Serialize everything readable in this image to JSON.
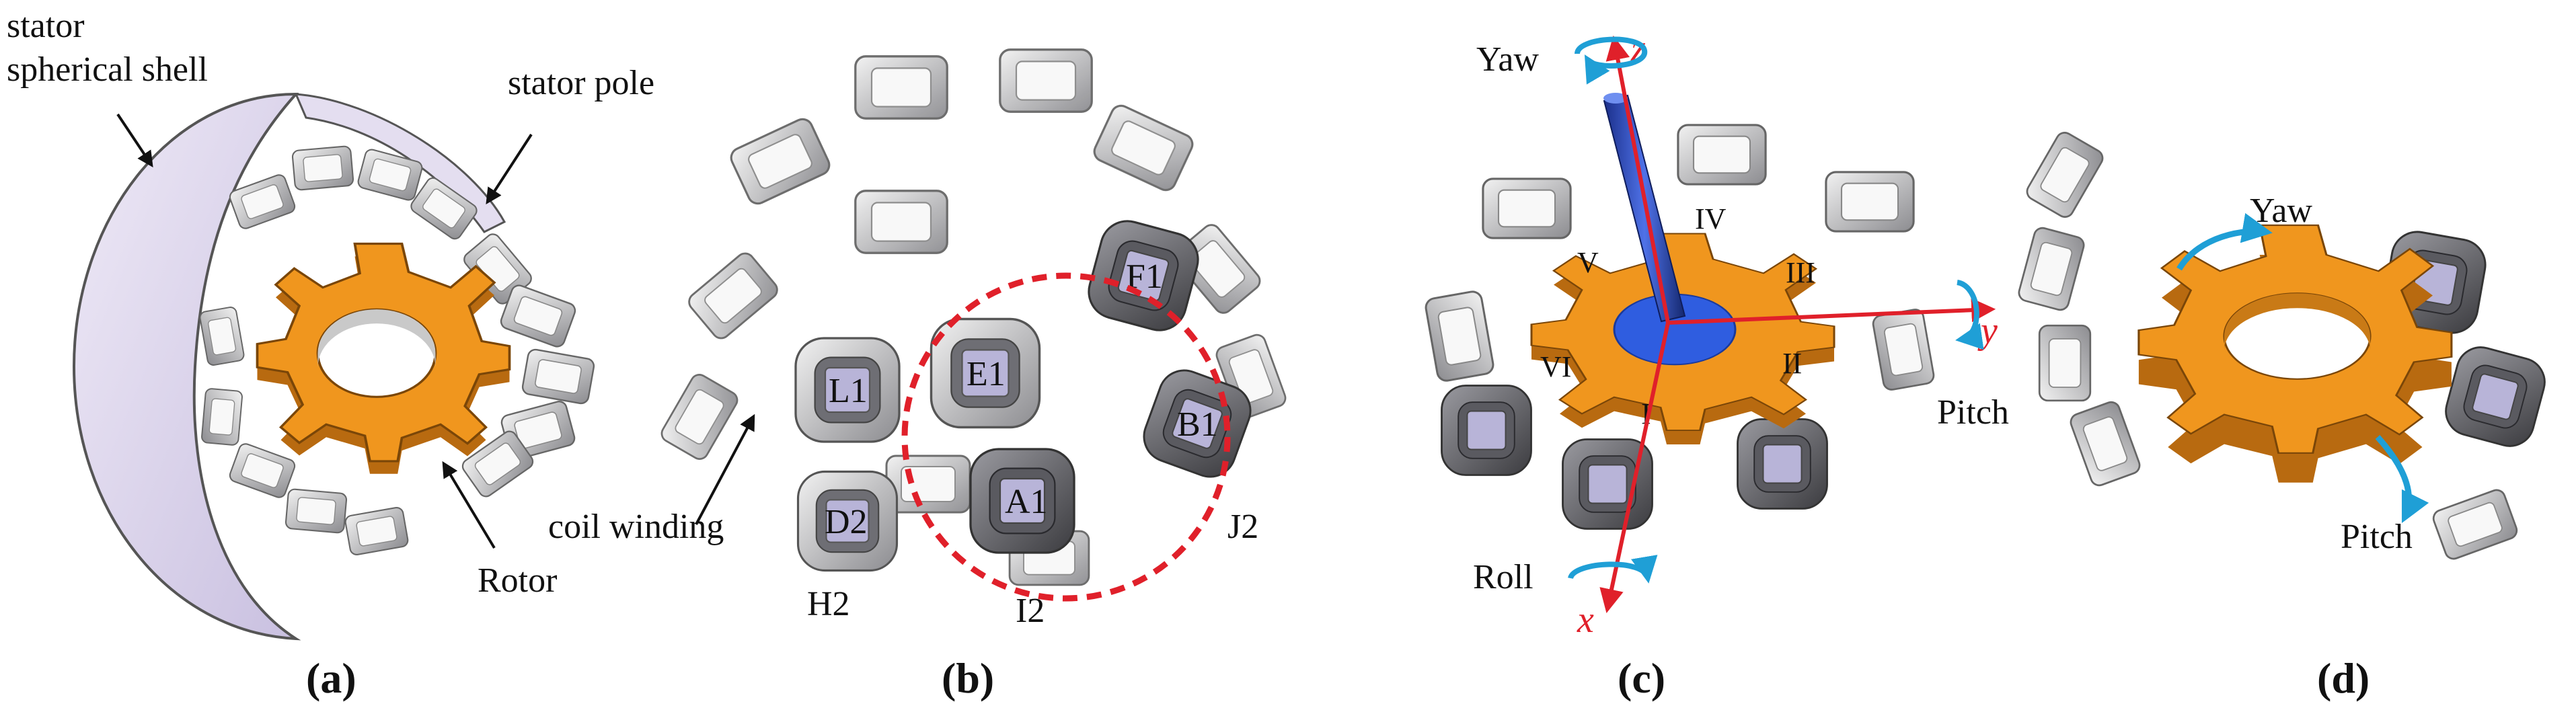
{
  "panel_a": {
    "caption": "(a)",
    "labels": {
      "shell_line1": "stator",
      "shell_line2": "spherical shell",
      "pole": "stator pole",
      "rotor": "Rotor"
    }
  },
  "panel_b": {
    "caption": "(b)",
    "labels": {
      "coil": "coil winding",
      "poles": [
        "L1",
        "E1",
        "F1",
        "B1",
        "D2",
        "A1",
        "J2",
        "H2",
        "I2"
      ]
    }
  },
  "panel_c": {
    "caption": "(c)",
    "axes": {
      "z": "z",
      "y": "y",
      "x": "x"
    },
    "motions": {
      "yaw": "Yaw",
      "pitch": "Pitch",
      "roll": "Roll"
    },
    "sectors": [
      "I",
      "II",
      "III",
      "IV",
      "V",
      "VI"
    ]
  },
  "panel_d": {
    "caption": "(d)",
    "motions": {
      "yaw": "Yaw",
      "pitch": "Pitch"
    }
  },
  "colors": {
    "rotor_orange": "#f0961e",
    "rotor_dark": "#b86a10",
    "shell_lilac": "#d8d0ea",
    "coil_gray": "#8a8a8e",
    "coil_dark": "#4a4a4e",
    "pole_face": "#b8b4d8",
    "axis_red": "#e0202a",
    "arrow_cyan": "#1f9fd6",
    "shaft_blue": "#2c4fc8",
    "dashed_circle": "#e0202a"
  }
}
